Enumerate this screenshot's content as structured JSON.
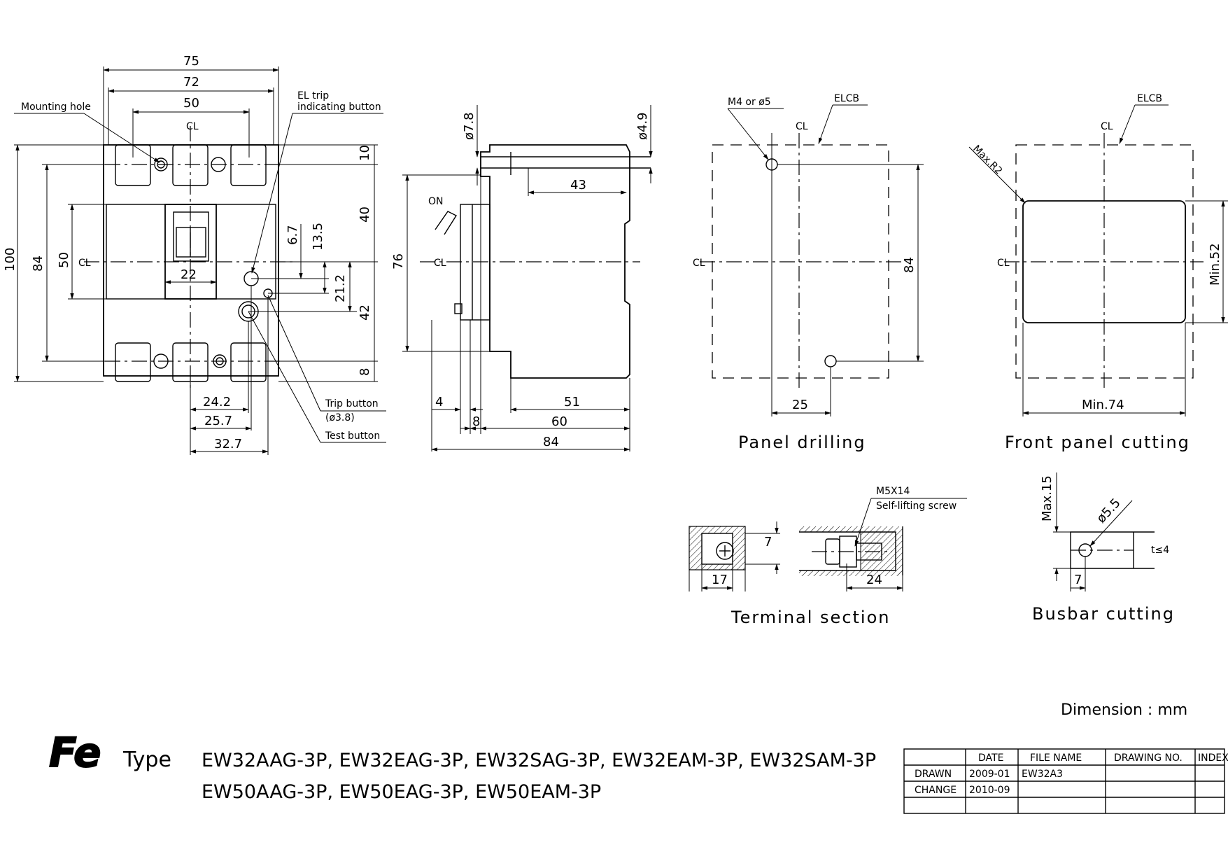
{
  "units_note": "Dimension : mm",
  "cl": "CL",
  "front_view": {
    "mounting_hole": "Mounting hole",
    "el_trip_line1": "EL trip",
    "el_trip_line2": "indicating button",
    "trip_button_line1": "Trip button",
    "trip_button_line2": "(ø3.8)",
    "test_button": "Test button",
    "dims": {
      "d75": "75",
      "d72": "72",
      "d50_top": "50",
      "d100": "100",
      "d84": "84",
      "d50_side": "50",
      "d10": "10",
      "d40": "40",
      "d42": "42",
      "d8": "8",
      "d6_7": "6.7",
      "d13_5": "13.5",
      "d21_2": "21.2",
      "d22": "22",
      "d24_2": "24.2",
      "d25_7": "25.7",
      "d32_7": "32.7"
    }
  },
  "side_view": {
    "on_label": "ON",
    "dims": {
      "d7_8": "ø7.8",
      "d4_9": "ø4.9",
      "d43": "43",
      "d76": "76",
      "d4": "4",
      "d8": "8",
      "d51": "51",
      "d60": "60",
      "d84": "84"
    }
  },
  "panel_drilling": {
    "caption": "Panel drilling",
    "hole_label": "M4 or ø5",
    "elcb": "ELCB",
    "dims": {
      "d84": "84",
      "d25": "25"
    }
  },
  "front_panel_cutting": {
    "caption": "Front panel cutting",
    "elcb": "ELCB",
    "max_r2": "Max.R2",
    "min52": "Min.52",
    "min74": "Min.74"
  },
  "terminal_section": {
    "caption": "Terminal section",
    "screw_line1": "M5X14",
    "screw_line2": "Self-lifting screw",
    "dims": {
      "d7": "7",
      "d17": "17",
      "d24": "24"
    }
  },
  "busbar_cutting": {
    "caption": "Busbar cutting",
    "max15": "Max.15",
    "d5_5": "ø5.5",
    "t4": "t≤4",
    "d7": "7"
  },
  "brand": "Fe",
  "type_label": "Type",
  "models_line1": "EW32AAG-3P, EW32EAG-3P, EW32SAG-3P, EW32EAM-3P, EW32SAM-3P",
  "models_line2": "EW50AAG-3P, EW50EAG-3P, EW50EAM-3P",
  "title_block": {
    "headers": [
      "",
      "DATE",
      "FILE NAME",
      "DRAWING NO.",
      "INDEX"
    ],
    "rows": [
      [
        "DRAWN",
        "2009-01",
        "EW32A3",
        "",
        ""
      ],
      [
        "CHANGE",
        "2010-09",
        "",
        "",
        ""
      ],
      [
        "",
        "",
        "",
        "",
        ""
      ]
    ]
  }
}
